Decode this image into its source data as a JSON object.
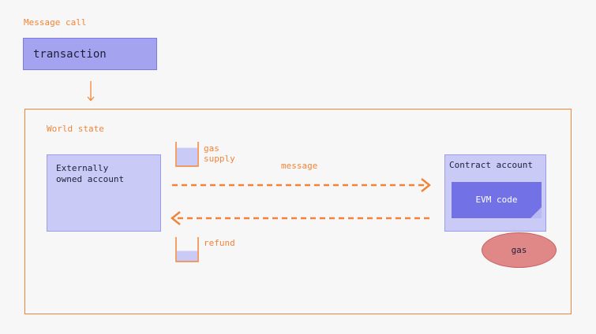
{
  "labels": {
    "message_call": "Message call",
    "world_state": "World state",
    "message": "message",
    "gas_supply": "gas\nsupply",
    "refund": "refund"
  },
  "transaction": {
    "label": "transaction"
  },
  "externally_owned_account": {
    "label": "Externally\nowned account"
  },
  "contract_account": {
    "label": "Contract account",
    "evm_code_label": "EVM code"
  },
  "gas": {
    "label": "gas"
  },
  "gas_supply_gauge": {
    "fill_fraction": 0.78
  },
  "refund_gauge": {
    "fill_fraction": 0.45
  },
  "colors": {
    "accent_orange": "#f2843a",
    "account_fill": "#cacaf7",
    "transaction_fill": "#a3a3f0",
    "evm_fill": "#7272e6",
    "gas_fill": "#e08888",
    "background": "#f7f7f7"
  }
}
